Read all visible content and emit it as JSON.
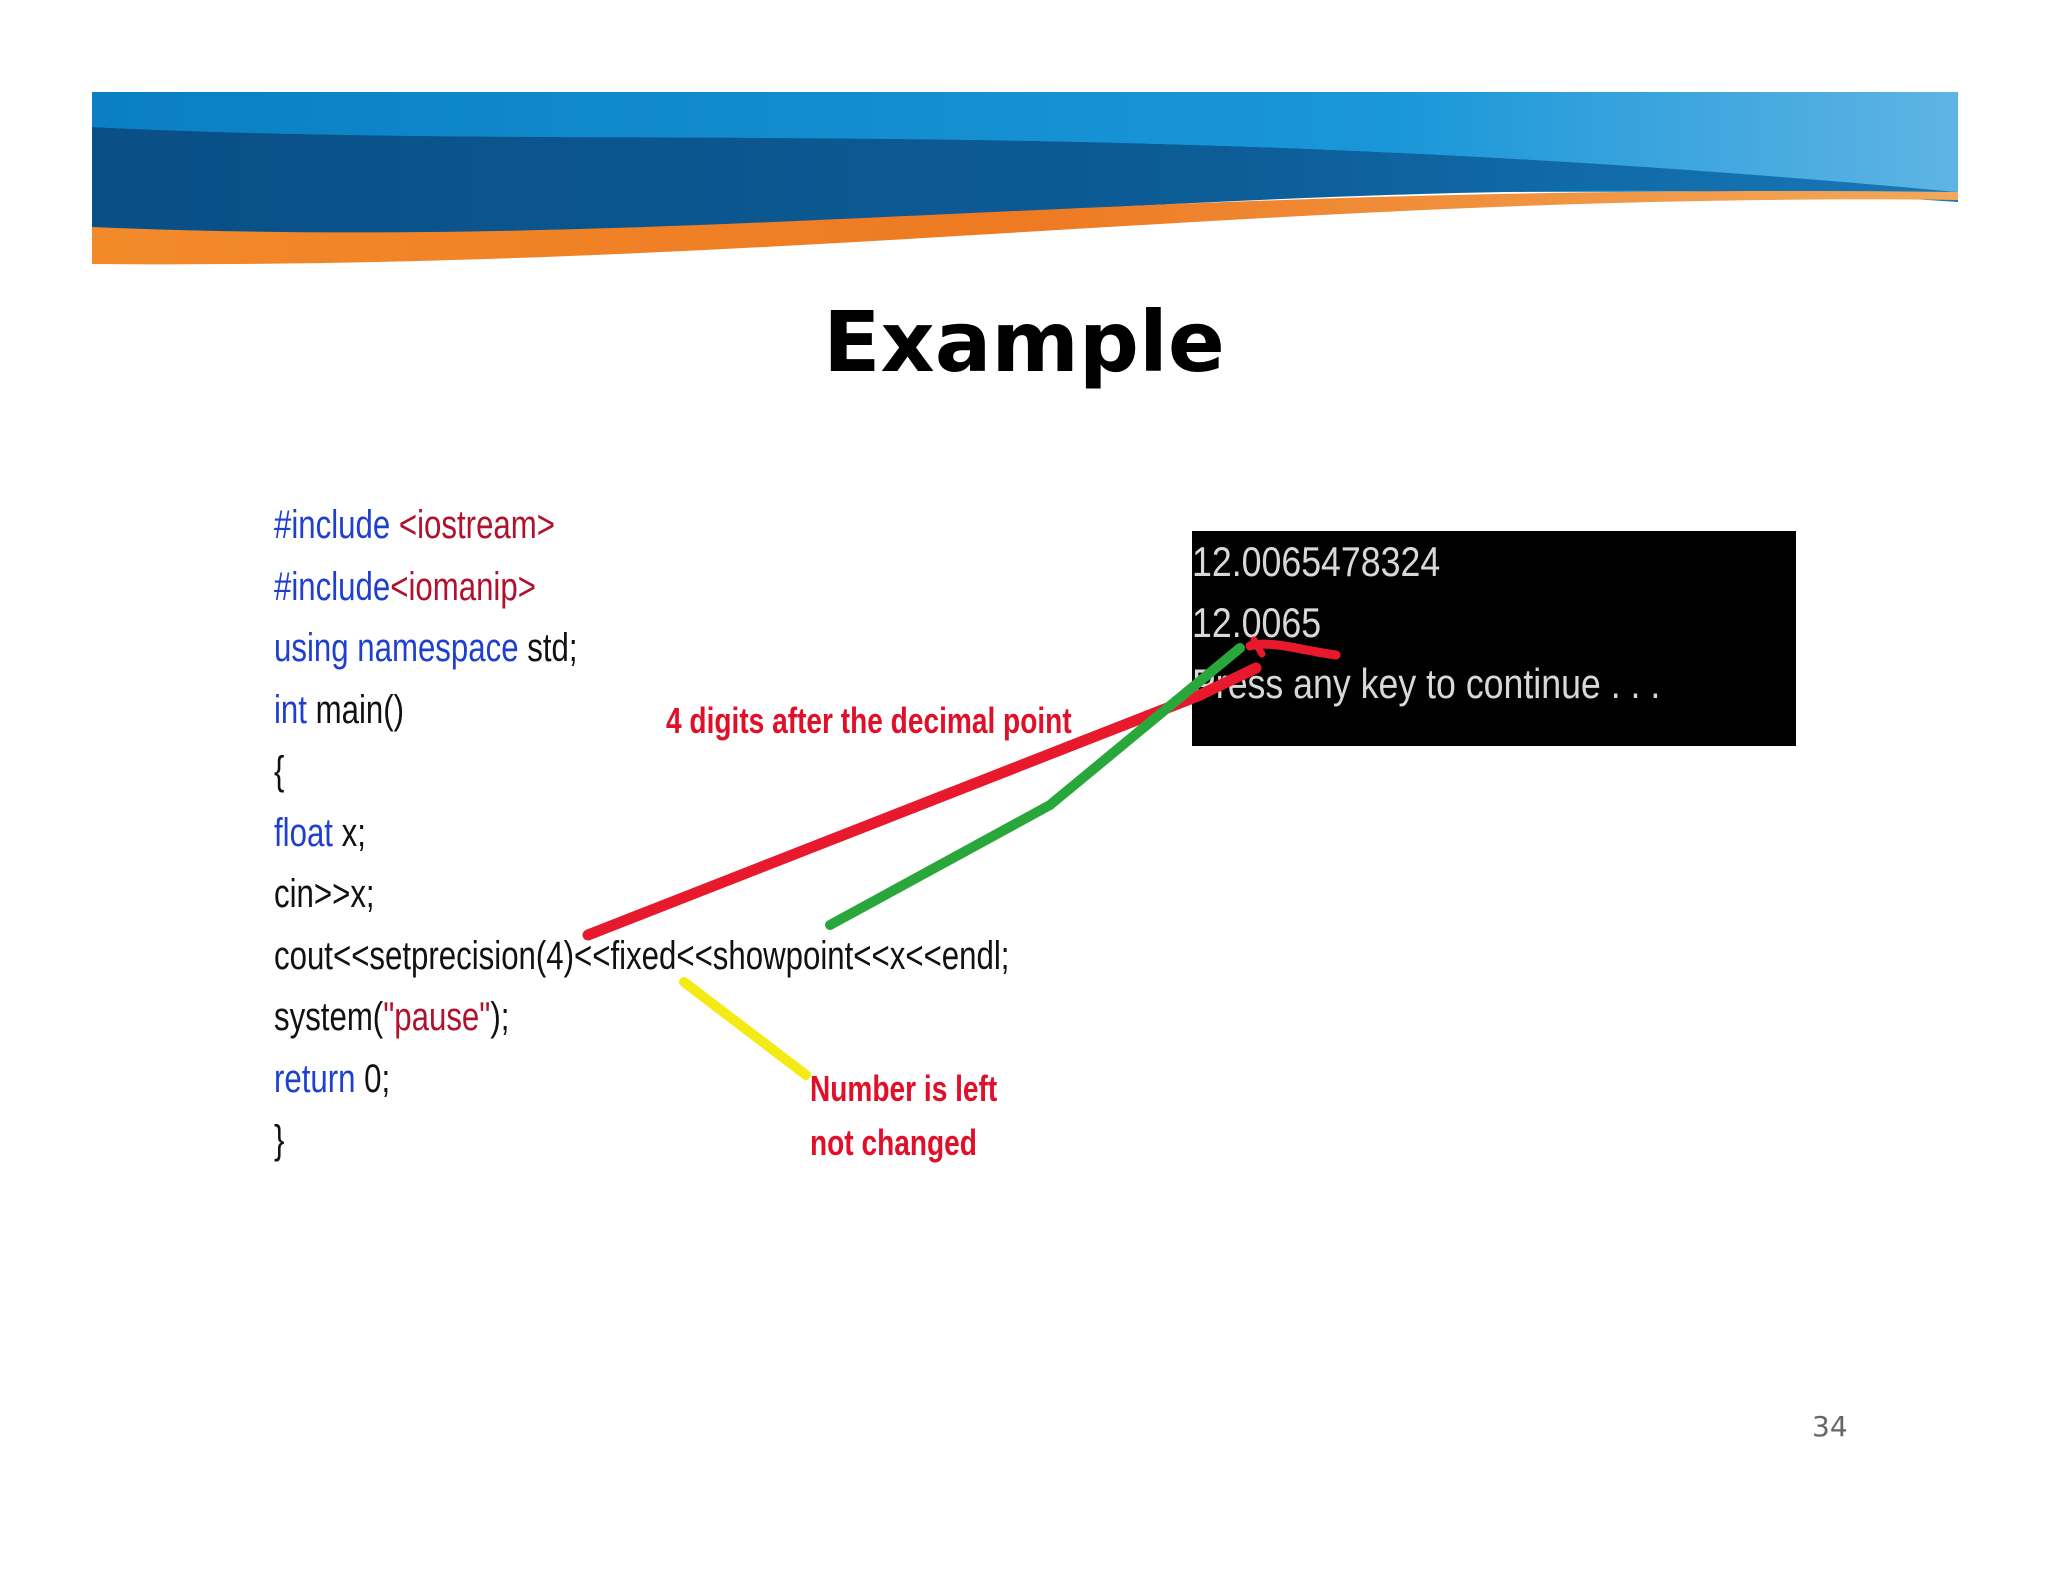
{
  "slide": {
    "title": "Example",
    "page_number": "34",
    "colors": {
      "banner_blue": "#0a88cf",
      "banner_dark": "#0b4f85",
      "banner_orange": "#ee7a22"
    }
  },
  "code": {
    "line1_directive": "#include",
    "line1_header": "<iostream>",
    "line2_directive": "#include",
    "line2_header": "<iomanip>",
    "line3_kw": "using namespace",
    "line3_rest": " std;",
    "line4_kw": "int",
    "line4_rest": " main()",
    "line5": "{",
    "line6_kw": "float",
    "line6_rest": " x;",
    "line7": "cin>>x;",
    "line8": "cout<<setprecision(4)<<fixed<<showpoint<<x<<endl;",
    "line9_start": "system(",
    "line9_str": "\"pause\"",
    "line9_end": ");",
    "line10_kw": "return",
    "line10_rest": " 0;",
    "line11": "}"
  },
  "console": {
    "lines": [
      "12.0065478324",
      "12.0065",
      "Press any key to continue . . ."
    ]
  },
  "annotations": {
    "digits_note": "4 digits after the decimal point",
    "unchanged_line1": "Number is left",
    "unchanged_line2": "not changed"
  }
}
